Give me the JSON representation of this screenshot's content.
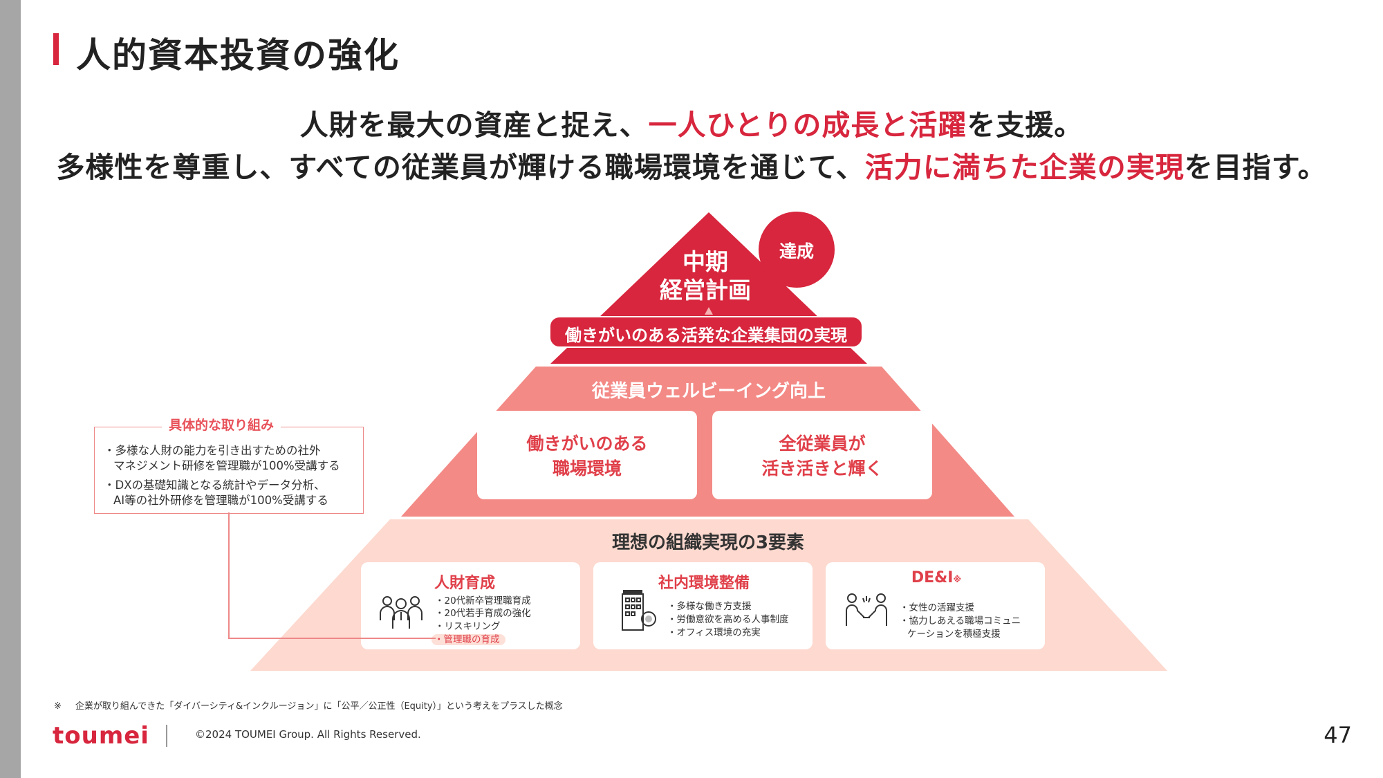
{
  "title": "人的資本投資の強化",
  "subtitle": {
    "line1": {
      "a": "人財を最大の資産と捉え、",
      "b": "一人ひとりの成長と活躍",
      "c": "を支援。"
    },
    "line2": {
      "a": "多様性を尊重し、すべての従業員が輝ける職場環境を通じて、",
      "b": "活力に満ちた企業の実現",
      "c": "を目指す。"
    }
  },
  "pyramid": {
    "top": {
      "line1": "中期",
      "line2": "経営計画",
      "badge": "達成",
      "banner": "働きがいのある活発な企業集団の実現"
    },
    "middle": {
      "heading": "従業員ウェルビーイング向上",
      "box1": {
        "line1": "働きがいのある",
        "line2": "職場環境"
      },
      "box2": {
        "line1": "全従業員が",
        "line2": "活き活きと輝く"
      }
    },
    "bottom": {
      "heading": "理想の組織実現の3要素",
      "cards": [
        {
          "title": "人財育成",
          "icon": "people-group-icon",
          "items": [
            "・20代新卒管理職育成",
            "・20代若手育成の強化",
            "・リスキリング",
            "・管理職の育成"
          ]
        },
        {
          "title": "社内環境整備",
          "icon": "office-building-icon",
          "items": [
            "・多様な働き方支援",
            "・労働意欲を高める人事制度",
            "・オフィス環境の充実"
          ]
        },
        {
          "title": "DE&I",
          "title_mark": "※",
          "icon": "handshake-icon",
          "items": [
            "・女性の活躍支援",
            "・協力しあえる職場コミュニ",
            "ケーションを積極支援"
          ]
        }
      ]
    }
  },
  "initiatives": {
    "title": "具体的な取り組み",
    "items": [
      {
        "line1": "・多様な人財の能力を引き出すための社外",
        "line2": "マネジメント研修を管理職が100%受講する"
      },
      {
        "line1": "・DXの基礎知識となる統計やデータ分析、",
        "line2": "AI等の社外研修を管理職が100%受講する"
      }
    ]
  },
  "footnote": {
    "mark": "※",
    "text": "企業が取り組んできた「ダイバーシティ&インクルージョン」に「公平／公正性（Equity）」という考えをプラスした概念"
  },
  "footer": {
    "logo": "toumei",
    "copyright": "©2024 TOUMEI Group. All Rights Reserved.",
    "page": "47"
  },
  "colors": {
    "accent": "#d7263d",
    "tier2": "#f38a86",
    "tier3": "#fdd9cf"
  }
}
